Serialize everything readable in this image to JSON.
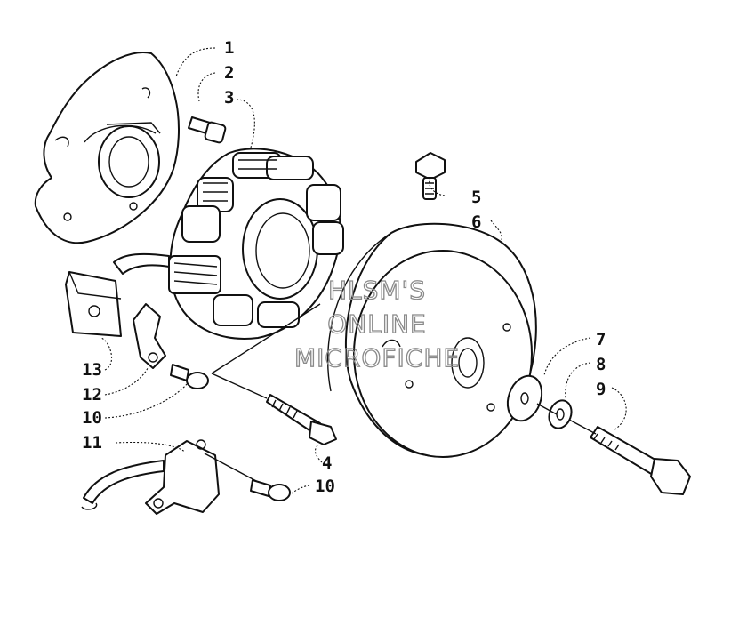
{
  "callouts": [
    "1",
    "2",
    "3",
    "4",
    "5",
    "6",
    "7",
    "8",
    "9",
    "10",
    "10",
    "11",
    "12",
    "13"
  ],
  "watermark": {
    "line1": "HLSM'S",
    "line2": "ONLINE",
    "line3": "MICROFICHE"
  }
}
